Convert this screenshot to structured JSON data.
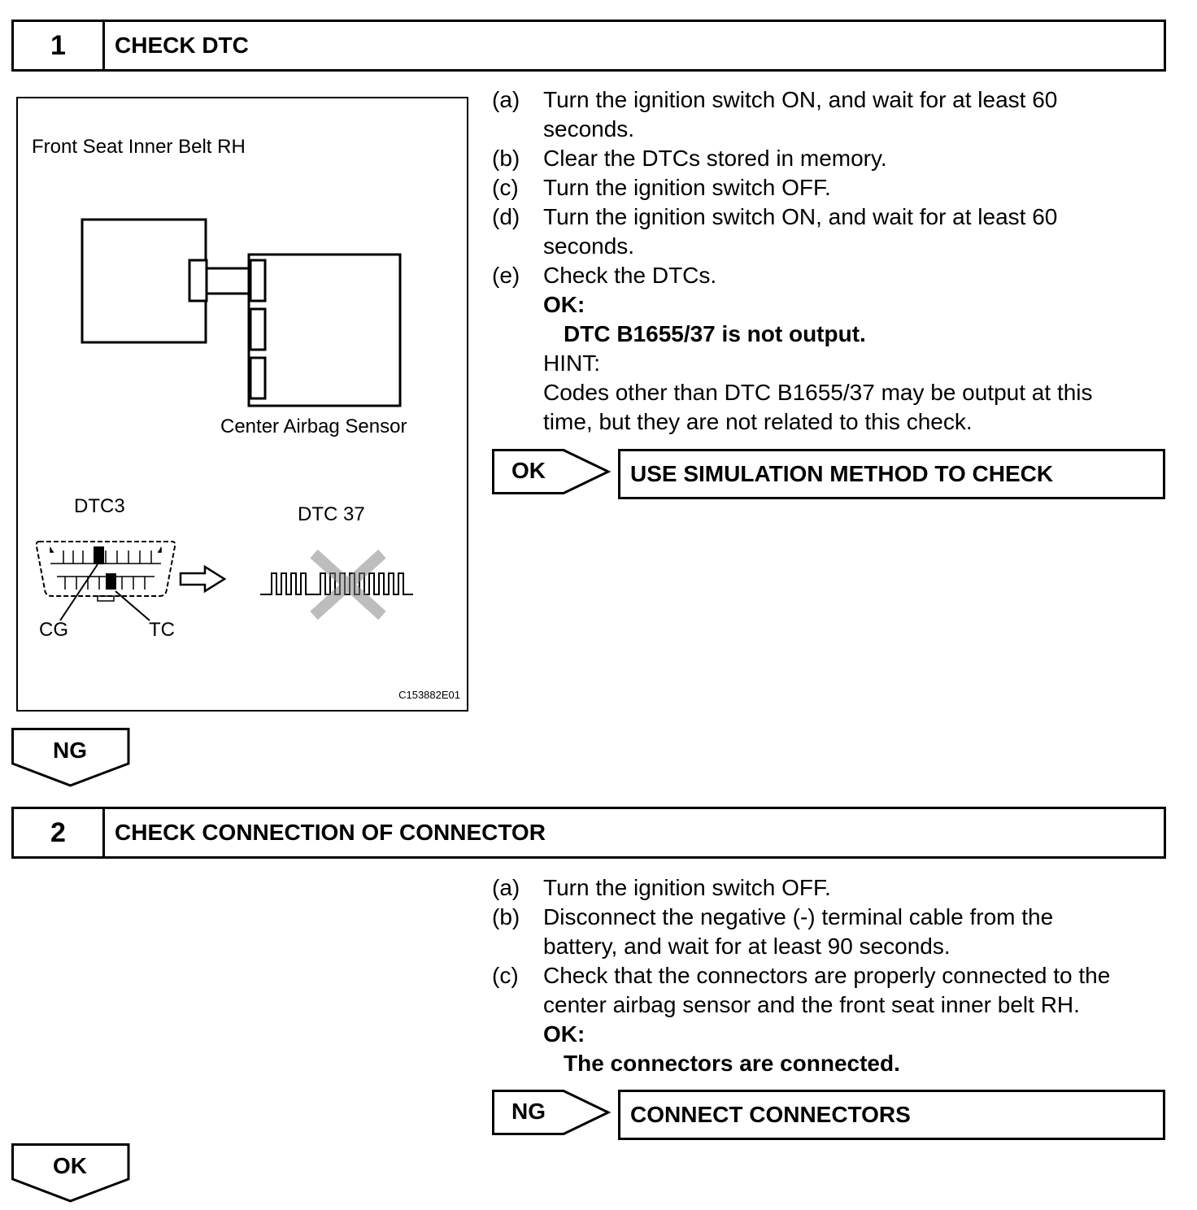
{
  "step1": {
    "number": "1",
    "title": "CHECK DTC",
    "instructions": [
      {
        "label": "(a)",
        "text": "Turn the ignition switch ON, and wait for at least 60",
        "cont": "seconds."
      },
      {
        "label": "(b)",
        "text": "Clear the DTCs stored in memory."
      },
      {
        "label": "(c)",
        "text": "Turn the ignition switch OFF."
      },
      {
        "label": "(d)",
        "text": "Turn the ignition switch ON, and wait for at least 60",
        "cont": "seconds."
      },
      {
        "label": "(e)",
        "text": "Check the DTCs."
      }
    ],
    "ok_label": "OK:",
    "ok_condition": "DTC B1655/37 is not output.",
    "hint_label": "HINT:",
    "hint_line1": "Codes other than DTC B1655/37 may be output at this",
    "hint_line2": "time, but they are not related to this check.",
    "result_tag": "OK",
    "result_action": "USE SIMULATION METHOD TO CHECK",
    "next_tag": "NG"
  },
  "figure": {
    "label_belt": "Front Seat Inner Belt RH",
    "label_sensor": "Center Airbag Sensor",
    "label_dtc3": "DTC3",
    "label_dtc37": "DTC 37",
    "label_cg": "CG",
    "label_tc": "TC",
    "figure_code": "C153882E01"
  },
  "step2": {
    "number": "2",
    "title": "CHECK CONNECTION OF CONNECTOR",
    "instructions": [
      {
        "label": "(a)",
        "text": "Turn the ignition switch OFF."
      },
      {
        "label": "(b)",
        "text": "Disconnect the negative (-) terminal cable from the",
        "cont": "battery, and wait for at least 90 seconds."
      },
      {
        "label": "(c)",
        "text": "Check that the connectors are properly connected to the",
        "cont": "center airbag sensor and the front seat inner belt RH."
      }
    ],
    "ok_label": "OK:",
    "ok_condition": "The connectors are connected.",
    "result_tag": "NG",
    "result_action": "CONNECT CONNECTORS",
    "next_tag": "OK"
  }
}
